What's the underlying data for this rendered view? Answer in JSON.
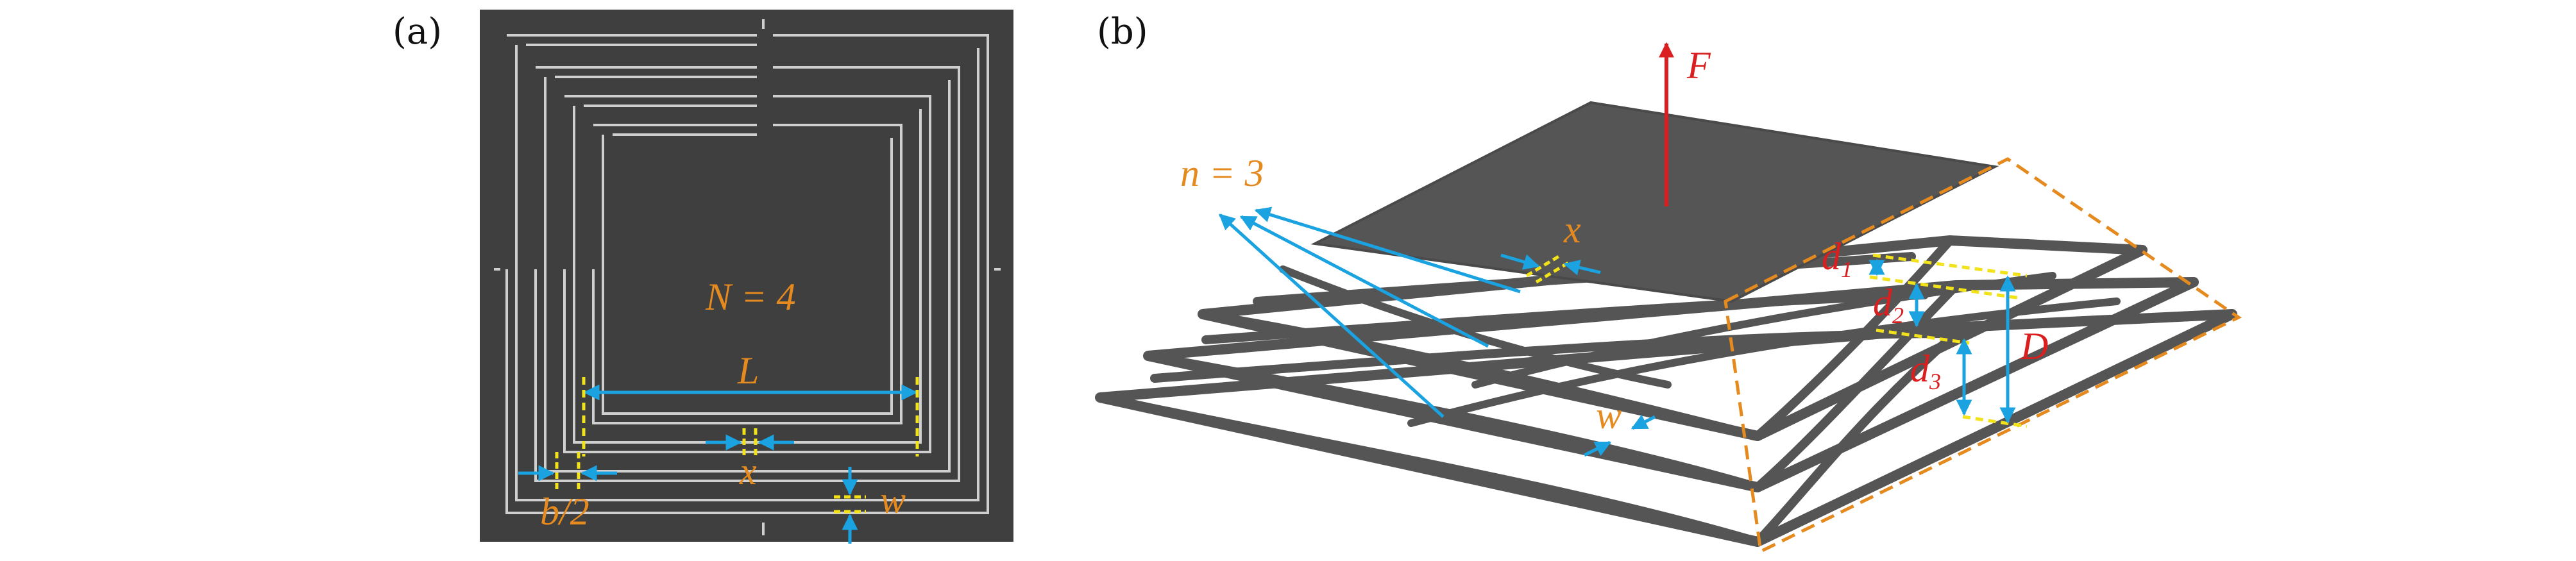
{
  "panels": {
    "a": {
      "tag": "(a)",
      "turn_count_label": "N = 4",
      "length_label": "L",
      "gap_label": "x",
      "half_label": "b/2",
      "width_label": "w"
    },
    "b": {
      "tag": "(b)",
      "force_label": "F",
      "layer_label": "n = 3",
      "gap_label": "x",
      "width_label": "w",
      "spacing_labels": [
        {
          "base": "d",
          "sub": "1"
        },
        {
          "base": "d",
          "sub": "2"
        },
        {
          "base": "d",
          "sub": "3"
        }
      ],
      "total_label": "D"
    }
  },
  "colors": {
    "plate": "#3f3f3f",
    "beam": "#555555",
    "slit": "#cfcfcf",
    "arrow_blue": "#1aa3e0",
    "marker_yellow": "#f2e21a",
    "dim_orange": "#e58a1f",
    "force_red": "#d91f1f"
  }
}
